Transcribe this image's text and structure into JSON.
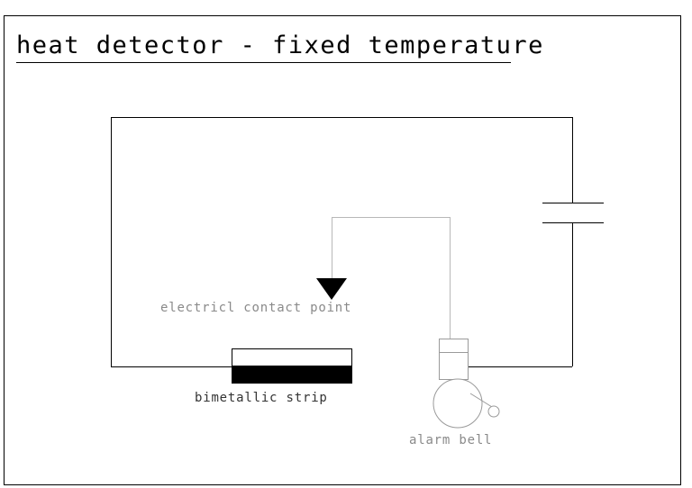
{
  "title": "heat detector - fixed temperature",
  "labels": {
    "contact_point": "electricl contact point",
    "bimetallic_strip": "bimetallic strip",
    "alarm_bell": "alarm bell"
  },
  "colors": {
    "line": "#000000",
    "wire_grey": "#b8b8b8",
    "label_grey": "#8a8a8a",
    "label_dark": "#333333",
    "strip_fill": "#000000",
    "bell_stroke": "#9a9a9a"
  }
}
